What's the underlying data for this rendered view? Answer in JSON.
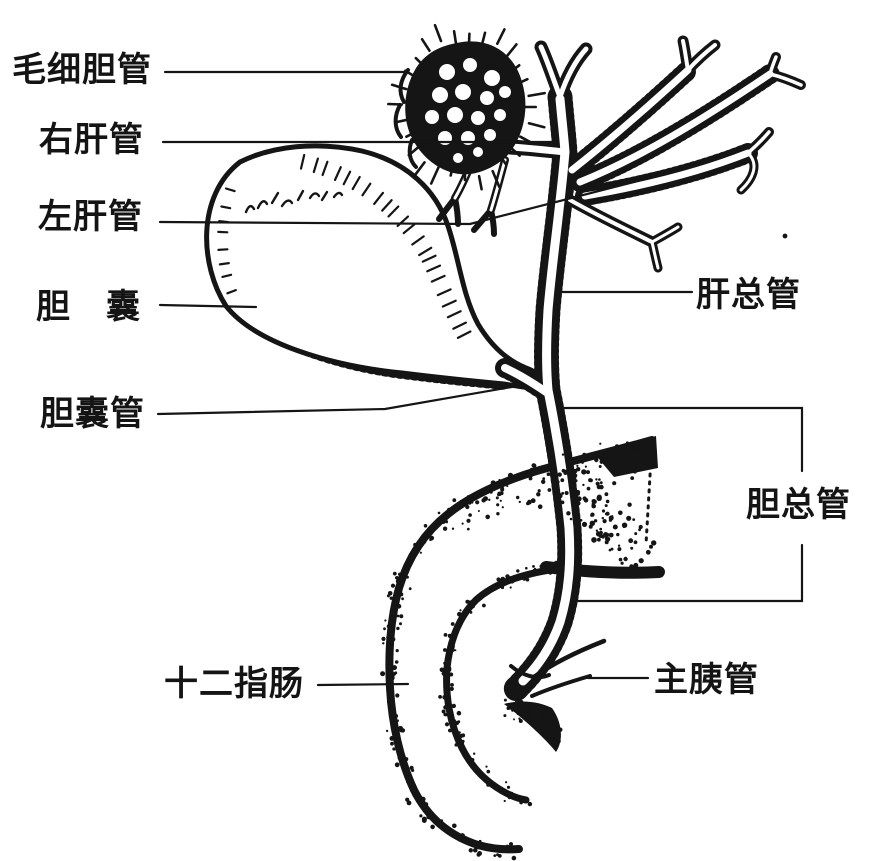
{
  "diagram": {
    "subject": "biliary-system-anatomy",
    "background_color": "#ffffff",
    "ink_color": "#151515",
    "labels": {
      "bile_canaliculi": "毛细胆管",
      "right_hepatic_duct": "右肝管",
      "left_hepatic_duct": "左肝管",
      "gallbladder": "胆　囊",
      "cystic_duct": "胆囊管",
      "common_hepatic_duct": "肝总管",
      "common_bile_duct": "胆总管",
      "duodenum": "十二指肠",
      "main_pancreatic_duct": "主胰管"
    }
  }
}
